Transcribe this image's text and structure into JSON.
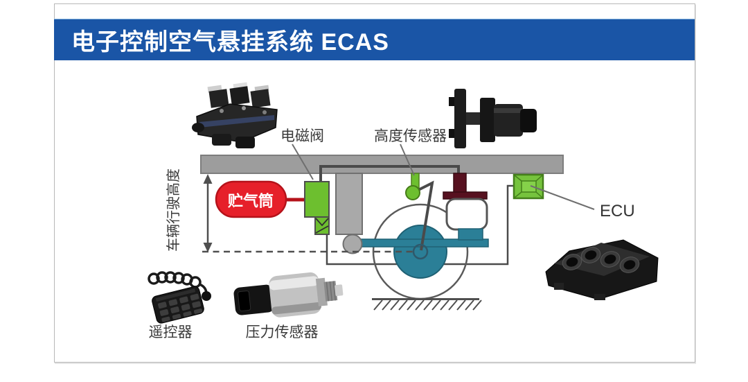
{
  "header": {
    "title": "电子控制空气悬挂系统 ECAS"
  },
  "diagram": {
    "labels": {
      "solenoid_valve": "电磁阀",
      "height_sensor": "高度传感器",
      "air_tank": "贮气筒",
      "ecu": "ECU",
      "ride_height": "车辆行驶高度",
      "remote_control": "遥控器",
      "pressure_sensor": "压力传感器"
    },
    "colors": {
      "title_bar_blue": "#1a55a6",
      "component_green": "#6dbf2f",
      "ecu_green": "#76c33d",
      "tank_red": "#e6202a",
      "axle_teal": "#2b7f97",
      "frame_gray": "#9d9d9d",
      "air_spring_maroon": "#571120",
      "line_dark": "#4a4a4a",
      "label_text": "#3a3a3a"
    }
  }
}
